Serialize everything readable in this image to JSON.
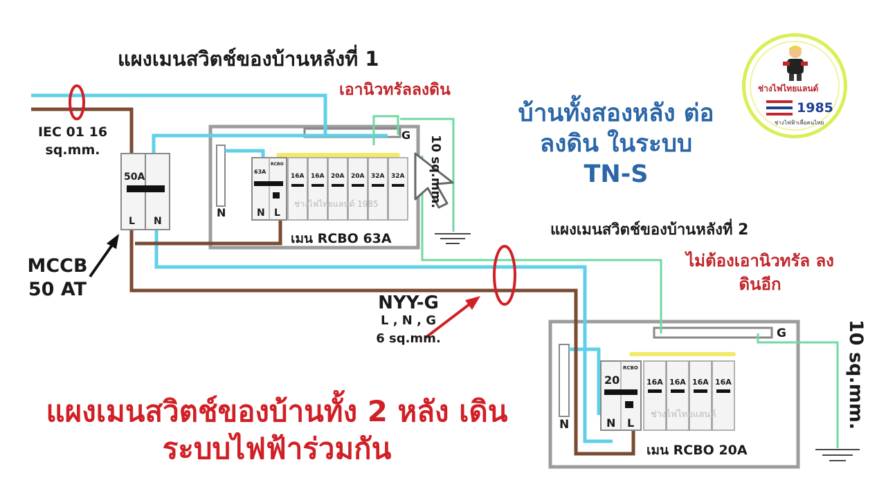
{
  "house1": {
    "title": "แผงเมนสวิตช์ของบ้านหลังที่ 1",
    "note": "เอานิวทรัลลงดิน",
    "ground_label": "10 sq.mm.",
    "g_label": "G",
    "rcbo_label": "เมน RCBO 63A",
    "watermark": "ช่างไฟไทยแลนด์ 1985",
    "main_rating": "63A",
    "main_sub": "RCBO",
    "breakers": [
      "16A",
      "16A",
      "20A",
      "20A",
      "32A",
      "32A"
    ],
    "n_label": "N",
    "l_label": "L"
  },
  "center_note": "บ้านทั้งสองหลัง ต่อลงดิน ในระบบ TN-S",
  "house2": {
    "title": "แผงเมนสวิตช์ของบ้านหลังที่ 2",
    "note": "ไม่ต้องเอานิวทรัล ลงดินอีก",
    "ground_label": "10 sq.mm.",
    "g_label": "G",
    "rcbo_label": "เมน RCBO 20A",
    "watermark": "ช่างไฟไทยแลนด์",
    "main_rating": "20",
    "main_sub": "RCBO",
    "breakers": [
      "16A",
      "16A",
      "16A",
      "16A"
    ],
    "n_label": "N",
    "l_label": "L"
  },
  "supply": {
    "cable": "IEC 01 16 sq.mm.",
    "mccb_label": "MCCB 50 AT",
    "mccb_rating": "50A",
    "l_label": "L",
    "n_label": "N"
  },
  "link_cable": {
    "name": "NYY-G",
    "cores": "L , N , G",
    "size": "6 sq.mm."
  },
  "bottom_text": "แผงเมนสวิตช์ของบ้านทั้ง 2 หลัง เดินระบบไฟฟ้าร่วมกัน",
  "logo": {
    "name": "ช่างไฟไทยแลนด์",
    "year": "1985",
    "sub": "ช่างไฟฟ้าเพื่อคนไทย"
  },
  "colors": {
    "neutral_wire": "#5fd0e8",
    "line_wire": "#7a4a32",
    "ground_wire": "#6fd9a0",
    "busbar": "#f3e96a",
    "red_accent": "#d11f26",
    "blue_text": "#2a66a8"
  }
}
